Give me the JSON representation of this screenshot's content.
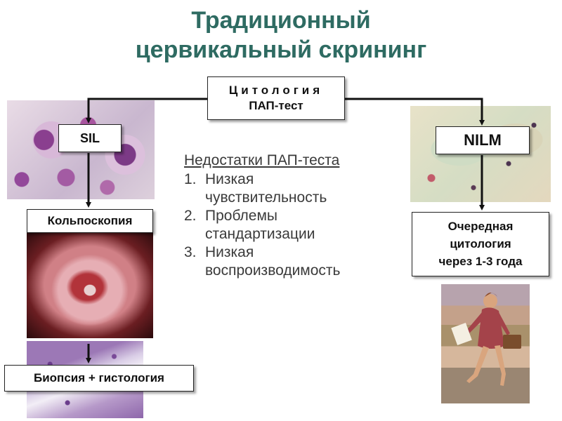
{
  "title": {
    "line1": "Традиционный",
    "line2": "цервикальный скрининг"
  },
  "boxes": {
    "cytology": {
      "line1": "Цитология",
      "line2": "ПАП-тест"
    },
    "sil": "SIL",
    "nilm": "NILM",
    "colposcopy": "Кольпоскопия",
    "next_cytology": {
      "line1": "Очередная",
      "line2": "цитология",
      "line3": "через 1-3 года"
    },
    "biopsy": "Биопсия + гистология"
  },
  "drawbacks": {
    "heading": "Недостатки ПАП-теста",
    "items": [
      {
        "num": "1.",
        "line1": "Низкая",
        "line2": "чувствительность"
      },
      {
        "num": "2.",
        "line1": "Проблемы",
        "line2": "стандартизации"
      },
      {
        "num": "3.",
        "line1": "Низкая",
        "line2": "воспроизводимость"
      }
    ]
  },
  "colors": {
    "title": "#2e6b62",
    "text": "#3a3a3a",
    "arrow": "#111111"
  }
}
